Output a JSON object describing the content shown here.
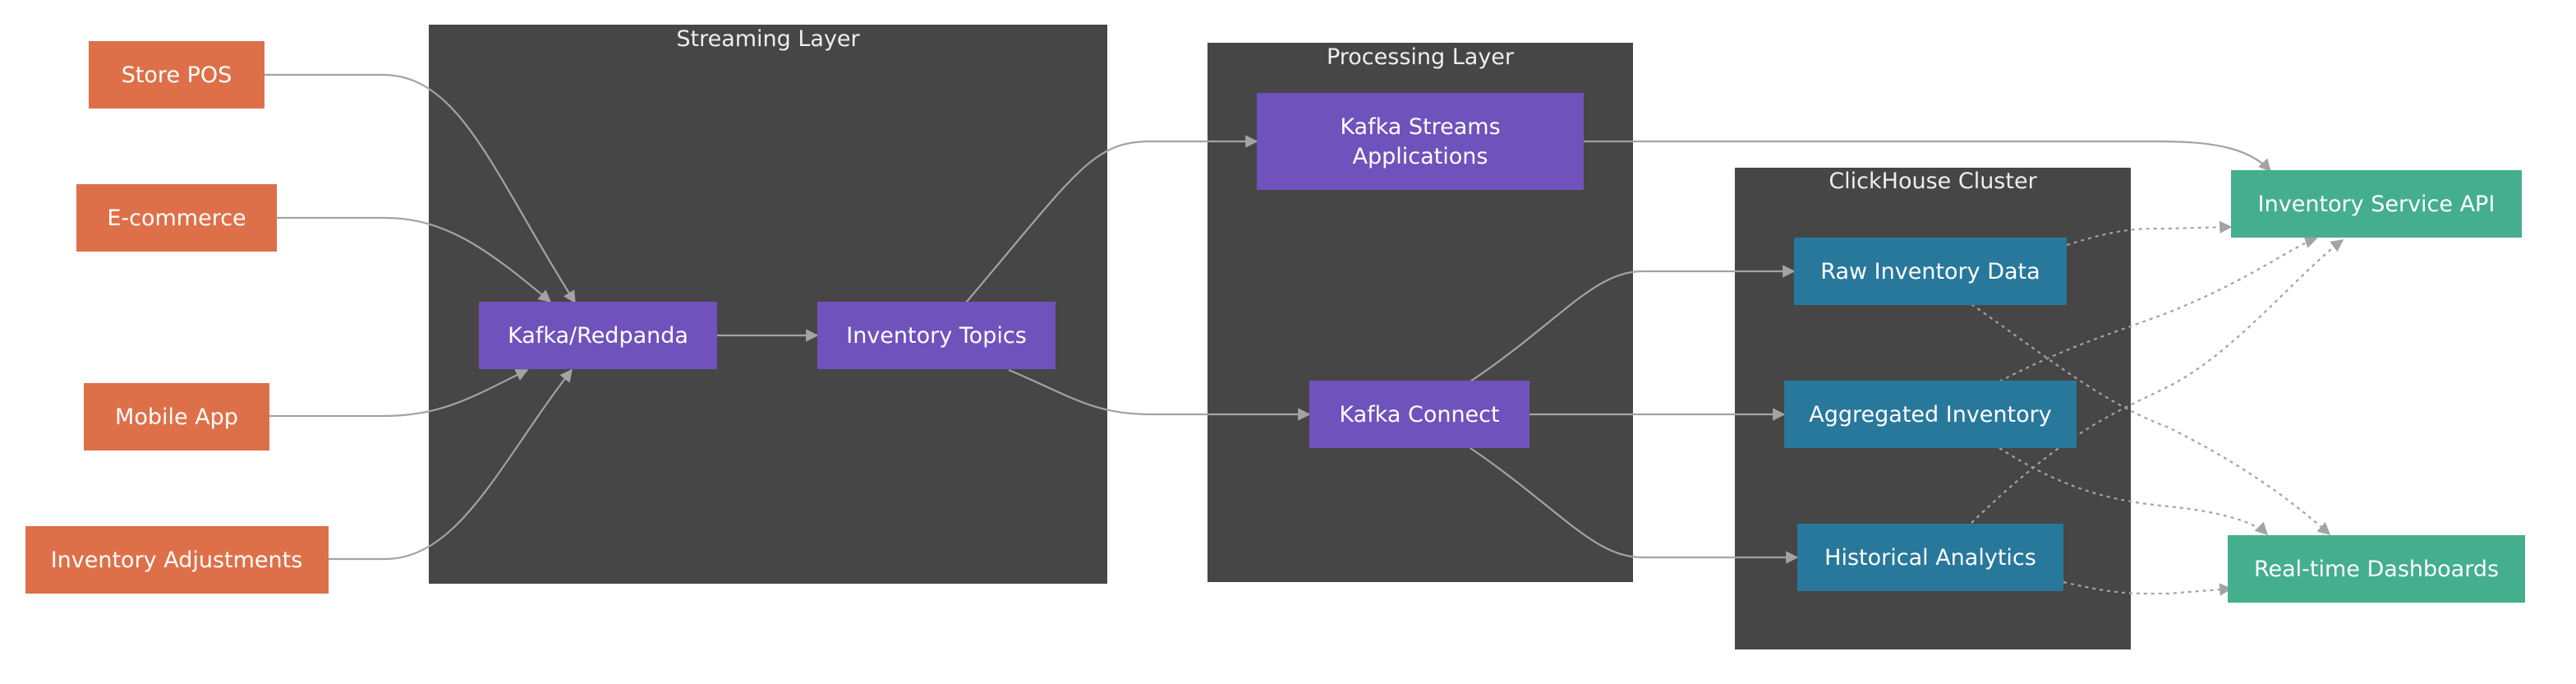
{
  "clusters": {
    "streaming": "Streaming Layer",
    "processing": "Processing Layer",
    "clickhouse": "ClickHouse Cluster"
  },
  "nodes": {
    "store_pos": "Store POS",
    "ecommerce": "E-commerce",
    "mobile_app": "Mobile App",
    "inventory_adjustments": "Inventory Adjustments",
    "kafka_redpanda": "Kafka/Redpanda",
    "inventory_topics": "Inventory Topics",
    "kafka_streams_line1": "Kafka Streams",
    "kafka_streams_line2": "Applications",
    "kafka_connect": "Kafka Connect",
    "raw_inventory": "Raw Inventory Data",
    "aggregated_inventory": "Aggregated Inventory",
    "historical_analytics": "Historical Analytics",
    "inventory_service_api": "Inventory Service API",
    "realtime_dashboards": "Real-time Dashboards"
  },
  "colors": {
    "source": "#de7049",
    "processing": "#6f52bc",
    "storage": "#28789c",
    "output": "#44ae8d",
    "cluster": "#464646",
    "edge": "#a3a3a3"
  }
}
